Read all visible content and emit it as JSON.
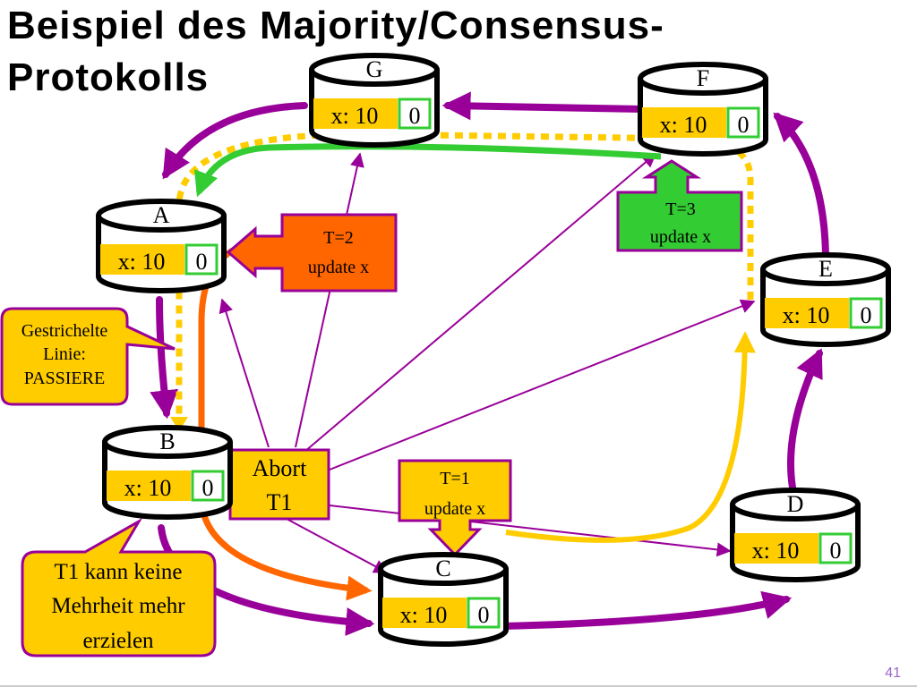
{
  "title_line1": "Beispiel des Majority/Consensus-",
  "title_line2": "Protokolls",
  "nodes": {
    "G": {
      "label": "G",
      "value": "x: 10",
      "timestamp": "0"
    },
    "F": {
      "label": "F",
      "value": "x: 10",
      "timestamp": "0"
    },
    "A": {
      "label": "A",
      "value": "x: 10",
      "timestamp": "0"
    },
    "E": {
      "label": "E",
      "value": "x: 10",
      "timestamp": "0"
    },
    "B": {
      "label": "B",
      "value": "x: 10",
      "timestamp": "0"
    },
    "D": {
      "label": "D",
      "value": "x: 10",
      "timestamp": "0"
    },
    "C": {
      "label": "C",
      "value": "x: 10",
      "timestamp": "0"
    }
  },
  "callouts": {
    "t3": {
      "line1": "T=3",
      "line2": "update x",
      "color": "#33cc33"
    },
    "t2": {
      "line1": "T=2",
      "line2": "update x",
      "color": "#ff6600"
    },
    "t1": {
      "line1": "T=1",
      "line2": "update x",
      "color": "#ffcc00"
    },
    "abort": {
      "line1": "Abort",
      "line2": "T1",
      "color": "#ffcc00"
    },
    "dashed_note": {
      "line1": "Gestrichelte",
      "line2": "Linie:",
      "line3": "PASSIERE",
      "color": "#ffcc00"
    },
    "majority_note": {
      "line1": "T1 kann keine",
      "line2": "Mehrheit mehr",
      "line3": "erzielen",
      "color": "#ffcc00"
    }
  },
  "colors": {
    "ring": "#990099",
    "thin_lines": "#990099",
    "green_path": "#33cc33",
    "orange_path": "#ff6600",
    "yellow_path": "#ffcc00",
    "value_box": "#ffcc00",
    "timestamp_border": "#33cc33"
  },
  "page_number": "41"
}
